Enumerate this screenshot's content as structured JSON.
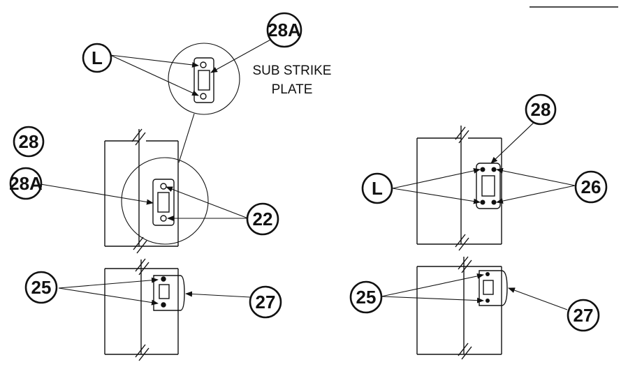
{
  "drawing": {
    "callouts": {
      "c28a_top": "28A",
      "c_l_top": "L",
      "c28_left": "28",
      "c28a_left": "28A",
      "c22": "22",
      "c25_left": "25",
      "c27_left": "27",
      "c28_right": "28",
      "c_l_right": "L",
      "c26": "26",
      "c25_right": "25",
      "c27_right": "27"
    },
    "notes": {
      "sub_strike_line1": "SUB STRIKE",
      "sub_strike_line2": "PLATE"
    }
  }
}
